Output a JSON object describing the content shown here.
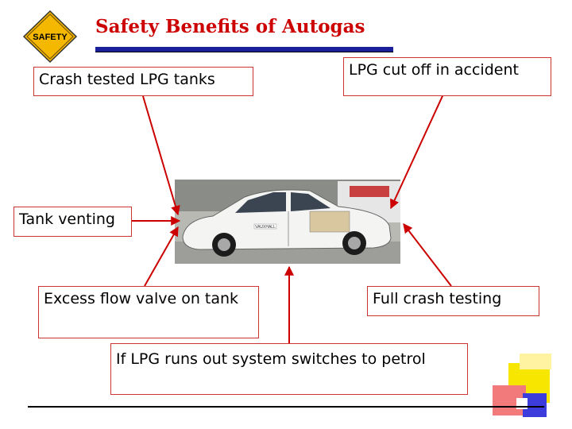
{
  "slide": {
    "title": "Safety Benefits of Autogas",
    "logo_text": "SAFETY"
  },
  "callouts": {
    "crash_tested": "Crash tested LPG tanks",
    "cut_off": "LPG cut off in accident",
    "tank_venting": "Tank venting",
    "excess_flow": "Excess flow valve on tank",
    "full_crash": "Full crash testing",
    "switches_petrol": "If LPG runs out system switches to petrol"
  },
  "photo": {
    "car_text": "VAUXHALL"
  },
  "colors": {
    "title": "#cc0000",
    "title_bar": "#1a1f9a",
    "box_border": "#cc3333",
    "arrow": "#cc0000",
    "logo_fill": "#f5b800"
  }
}
